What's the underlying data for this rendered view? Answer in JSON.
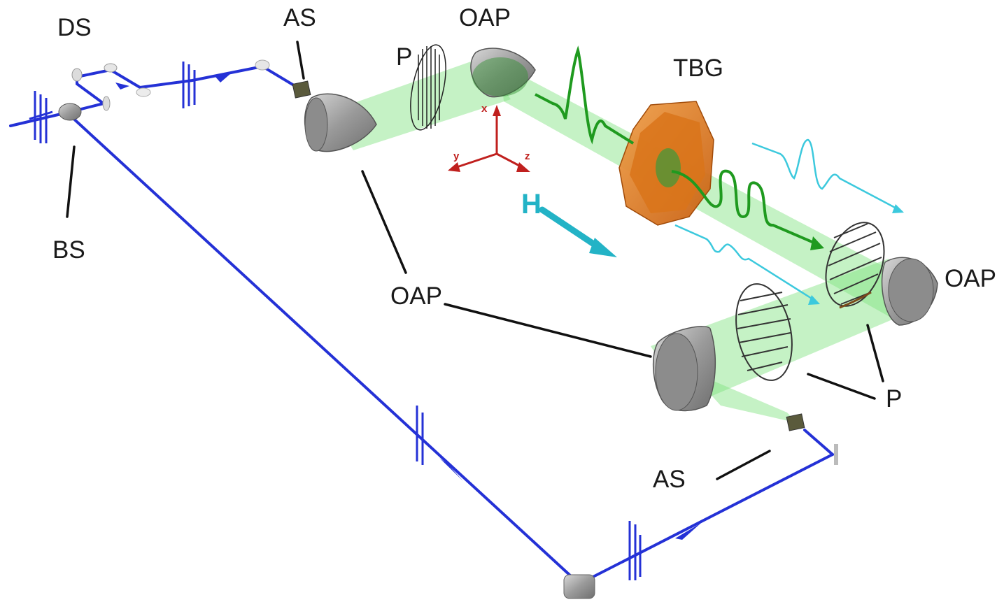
{
  "labels": {
    "ds": "DS",
    "as_top": "AS",
    "oap_top": "OAP",
    "p_top": "P",
    "tbg": "TBG",
    "bs": "BS",
    "oap_mid": "OAP",
    "oap_right": "OAP",
    "p_right": "P",
    "as_bottom": "AS"
  },
  "axes": {
    "x": "x",
    "y": "y",
    "z": "z"
  },
  "field_label": "H",
  "colors": {
    "probe_beam": "#2431d6",
    "thz_beam": "#7fe37f",
    "thz_pulse": "#1f9a1f",
    "emitted_wave": "#3cc9dd",
    "crystal": "#e47a1e",
    "axis": "#c0201e",
    "mirror": "#9a9a9a"
  }
}
